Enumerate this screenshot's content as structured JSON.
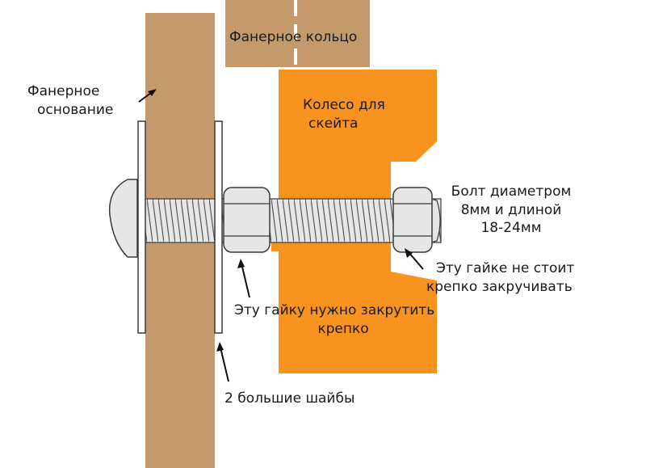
{
  "labels": {
    "plywood_ring": "Фанерное кольцо",
    "plywood_base_line1": "Фанерное",
    "plywood_base_line2": "основание",
    "wheel_line1": "Колесо для",
    "wheel_line2": "скейта",
    "bolt_line1": "Болт диаметром",
    "bolt_line2": "8мм и длиной",
    "bolt_line3": "18-24мм",
    "loose_nut_line1": "Эту гайке не стоит",
    "loose_nut_line2": "крепко закручивать",
    "tight_nut_line1": "Эту гайку нужно закрутить",
    "tight_nut_line2": "крепко",
    "washers": "2 большие шайбы"
  },
  "colors": {
    "plywood": "#c49a6c",
    "wheel": "#f7931e",
    "metal": "#e6e6e6",
    "outline": "#3a3a3a"
  }
}
